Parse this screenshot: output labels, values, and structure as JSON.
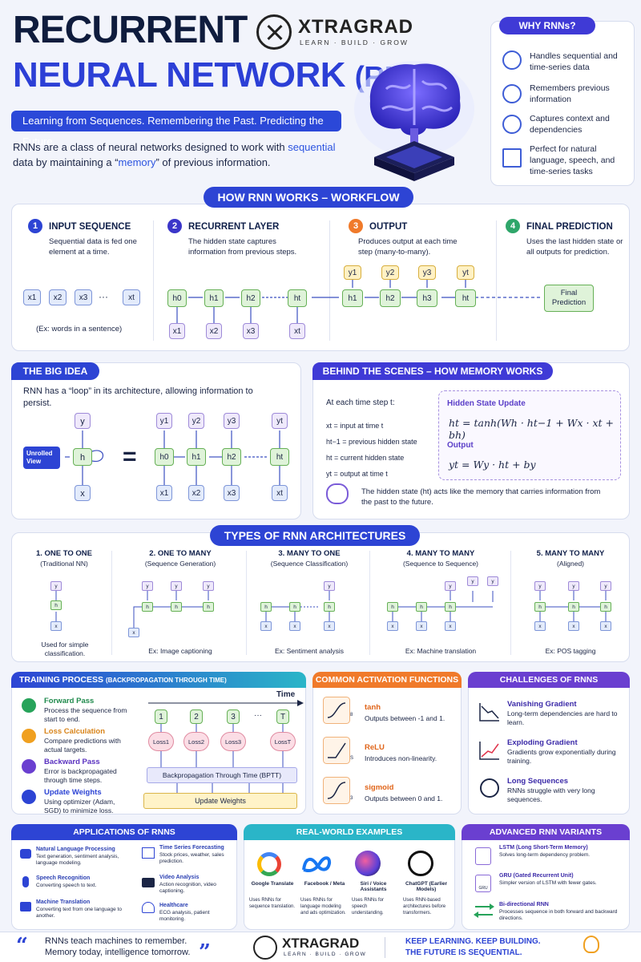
{
  "header": {
    "title_line1": "RECURRENT",
    "title_line2": "NEURAL NETWORK",
    "title_line2_suffix": "(RNN)",
    "tagline": "Learning from Sequences. Remembering the Past. Predicting the Future.",
    "intro_part1": "RNNs are a class of neural networks designed to work with",
    "intro_highlight1": "sequential",
    "intro_part2": "data by maintaining a “",
    "intro_highlight2": "memory",
    "intro_part3": "” of previous information."
  },
  "logo": {
    "name": "XTRAGRAD",
    "tagline": "LEARN · BUILD · GROW"
  },
  "why": {
    "title": "WHY RNNs?",
    "items": [
      {
        "icon": "clock-icon",
        "text": "Handles sequential and time-series data"
      },
      {
        "icon": "brain-icon",
        "text": "Remembers previous information"
      },
      {
        "icon": "target-icon",
        "text": "Captures context and dependencies"
      },
      {
        "icon": "chart-icon",
        "text": "Perfect for natural language, speech, and time-series tasks"
      }
    ]
  },
  "workflow": {
    "title": "HOW RNN WORKS – WORKFLOW",
    "steps": [
      {
        "num": "1",
        "title": "INPUT SEQUENCE",
        "desc": "Sequential data is fed one element at a time.",
        "color": "#2d44d4"
      },
      {
        "num": "2",
        "title": "RECURRENT LAYER",
        "desc": "The hidden state captures information from previous steps.",
        "color": "#3b36c9"
      },
      {
        "num": "3",
        "title": "OUTPUT",
        "desc": "Produces output at each time step (many-to-many).",
        "color": "#f07a2a"
      },
      {
        "num": "4",
        "title": "FINAL PREDICTION",
        "desc": "Uses the last hidden state or all outputs for prediction.",
        "color": "#2fa66a"
      }
    ],
    "inputs": [
      "x1",
      "x2",
      "x3",
      "xt"
    ],
    "dots": "···",
    "input_note": "(Ex: words in a sentence)",
    "hidden": [
      "h0",
      "h1",
      "h2",
      "ht"
    ],
    "hidden_inputs": [
      "x1",
      "x2",
      "x3",
      "xt"
    ],
    "outputs": [
      "y1",
      "y2",
      "y3",
      "yt"
    ],
    "out_hidden": [
      "h1",
      "h2",
      "h3",
      "ht"
    ],
    "final": "Final Prediction"
  },
  "big_idea": {
    "title": "THE BIG IDEA",
    "desc": "RNN has a “loop” in its architecture, allowing information to persist.",
    "unrolled": "Unrolled View",
    "equals": "=",
    "y": "y",
    "h": "h",
    "x": "x",
    "outs": [
      "y1",
      "y2",
      "y3",
      "yt"
    ],
    "hs": [
      "h0",
      "h1",
      "h2",
      "ht"
    ],
    "ins": [
      "x1",
      "x2",
      "x3",
      "xt"
    ]
  },
  "behind": {
    "title": "BEHIND THE SCENES – HOW MEMORY WORKS",
    "lead": "At each time step t:",
    "bullets": [
      "xt = input at time t",
      "ht−1 = previous hidden state",
      "ht = current hidden state",
      "yt = output at time t"
    ],
    "hs_label": "Hidden State Update",
    "hs_formula": "ht = tanh(Wh · ht−1 + Wx · xt + bh)",
    "out_label": "Output",
    "out_formula": "yt = Wy · ht + by",
    "note": "The hidden state (ht) acts like the memory that carries information from the past to the future."
  },
  "types": {
    "title": "TYPES OF RNN ARCHITECTURES",
    "items": [
      {
        "title": "1. ONE TO ONE",
        "sub": "(Traditional NN)",
        "ex": "Used for simple classification."
      },
      {
        "title": "2. ONE TO MANY",
        "sub": "(Sequence Generation)",
        "ex": "Ex: Image captioning"
      },
      {
        "title": "3. MANY TO ONE",
        "sub": "(Sequence Classification)",
        "ex": "Ex: Sentiment analysis"
      },
      {
        "title": "4. MANY TO MANY",
        "sub": "(Sequence to Sequence)",
        "ex": "Ex: Machine translation"
      },
      {
        "title": "5. MANY TO MANY",
        "sub": "(Aligned)",
        "ex": "Ex: POS tagging"
      }
    ]
  },
  "training": {
    "title": "TRAINING PROCESS",
    "title_sub": "(BACKPROPAGATION THROUGH TIME)",
    "steps": [
      {
        "title": "Forward Pass",
        "desc": "Process the sequence from start to end.",
        "color": "#27a35a"
      },
      {
        "title": "Loss Calculation",
        "desc": "Compare predictions with actual targets.",
        "color": "#f0a020"
      },
      {
        "title": "Backward Pass",
        "desc": "Error is backpropagated through time steps.",
        "color": "#6a3fd0"
      },
      {
        "title": "Update Weights",
        "desc": "Using optimizer (Adam, SGD) to minimize loss.",
        "color": "#2d44d4"
      }
    ],
    "time": "Time",
    "ticks": [
      "1",
      "2",
      "3",
      "···",
      "T"
    ],
    "losses": [
      "Loss1",
      "Loss2",
      "Loss3",
      "LossT"
    ],
    "bptt": "Backpropagation Through Time (BPTT)",
    "update": "Update Weights"
  },
  "activations": {
    "title": "COMMON ACTIVATION FUNCTIONS",
    "items": [
      {
        "name": "tanh",
        "desc": "Outputs between -1 and 1.",
        "tag": "8"
      },
      {
        "name": "ReLU",
        "desc": "Introduces non-linearity.",
        "tag": "S"
      },
      {
        "name": "sigmoid",
        "desc": "Outputs between 0 and 1.",
        "tag": "3"
      }
    ]
  },
  "challenges": {
    "title": "CHALLENGES OF RNNS",
    "items": [
      {
        "title": "Vanishing Gradient",
        "desc": "Long-term dependencies are hard to learn."
      },
      {
        "title": "Exploding Gradient",
        "desc": "Gradients grow exponentially during training."
      },
      {
        "title": "Long Sequences",
        "desc": "RNNs struggle with very long sequences."
      }
    ]
  },
  "applications": {
    "title": "APPLICATIONS OF RNNS",
    "items": [
      {
        "title": "Natural Language Processing",
        "desc": "Text generation, sentiment analysis, language modeling."
      },
      {
        "title": "Time Series Forecasting",
        "desc": "Stock prices, weather, sales prediction."
      },
      {
        "title": "Speech Recognition",
        "desc": "Converting speech to text."
      },
      {
        "title": "Video Analysis",
        "desc": "Action recognition, video captioning."
      },
      {
        "title": "Machine Translation",
        "desc": "Converting text from one language to another."
      },
      {
        "title": "Healthcare",
        "desc": "ECG analysis, patient monitoring."
      }
    ]
  },
  "realworld": {
    "title": "REAL-WORLD EXAMPLES",
    "items": [
      {
        "name": "Google Translate",
        "desc": "Uses RNNs for sequence translation."
      },
      {
        "name": "Facebook / Meta",
        "desc": "Uses RNNs for language modeling and ads optimization."
      },
      {
        "name": "Siri / Voice Assistants",
        "desc": "Uses RNNs for speech understanding."
      },
      {
        "name": "ChatGPT (Earlier Models)",
        "desc": "Uses RNN-based architectures before transformers."
      }
    ]
  },
  "advanced": {
    "title": "ADVANCED RNN VARIANTS",
    "items": [
      {
        "title": "LSTM (Long Short-Term Memory)",
        "desc": "Solves long-term dependency problem."
      },
      {
        "title": "GRU (Gated Recurrent Unit)",
        "desc": "Simpler version of LSTM with fewer gates.",
        "tag": "GRU"
      },
      {
        "title": "Bi-directional RNN",
        "desc": "Processes sequence in both forward and backward directions."
      }
    ]
  },
  "footer": {
    "quote_line1": "RNNs teach machines to remember.",
    "quote_line2": "Memory today, intelligence tomorrow.",
    "cta_line1": "KEEP LEARNING. KEEP BUILDING.",
    "cta_line2": "THE FUTURE IS SEQUENTIAL."
  }
}
